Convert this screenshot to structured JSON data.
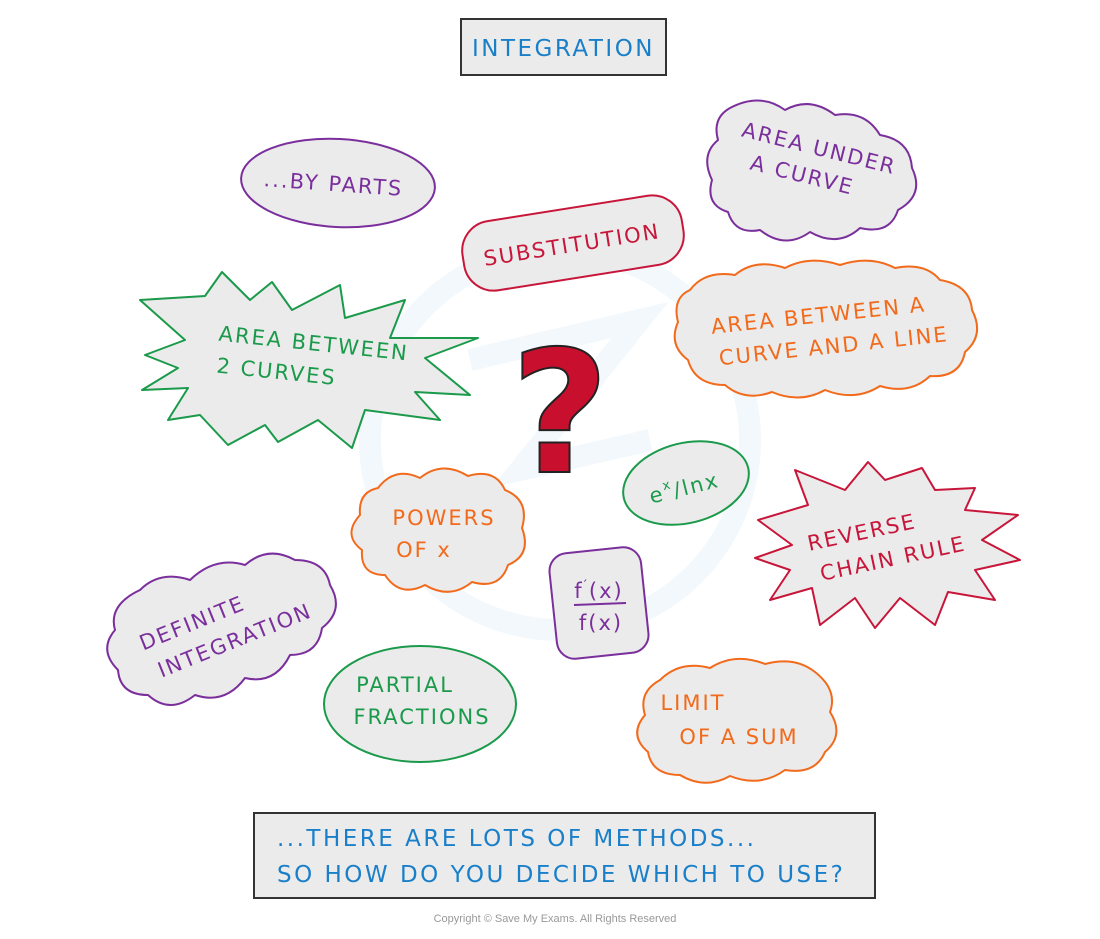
{
  "title": "INTEGRATION",
  "methods": {
    "by_parts": "...BY PARTS",
    "area_under_curve": [
      "AREA UNDER",
      "A CURVE"
    ],
    "substitution": "SUBSTITUTION",
    "area_between_curves": [
      "AREA BETWEEN",
      "2 CURVES"
    ],
    "area_curve_line": [
      "AREA BETWEEN A",
      "CURVE AND A LINE"
    ],
    "exp_ln": {
      "base": "e",
      "sup": "x",
      "rest": "/lnx"
    },
    "powers_of_x": [
      "POWERS",
      "OF x"
    ],
    "reverse_chain_rule": [
      "REVERSE",
      "CHAIN RULE"
    ],
    "f_prime_over_f": {
      "numerator": "f",
      "prime": "′",
      "num_arg": "(x)",
      "denominator": "f(x)"
    },
    "definite_integration": [
      "DEFINITE",
      "INTEGRATION"
    ],
    "partial_fractions": [
      "PARTIAL",
      "FRACTIONS"
    ],
    "limit_of_sum": [
      "LIMIT",
      "OF A SUM"
    ]
  },
  "question_mark": "?",
  "footer": {
    "line1": "...THERE ARE LOTS OF METHODS...",
    "line2": "SO HOW DO YOU DECIDE WHICH TO USE?"
  },
  "copyright": "Copyright © Save My Exams. All Rights Reserved",
  "colors": {
    "blue": "#1a7fc9",
    "purple": "#7a2f9c",
    "crimson": "#c8163a",
    "green": "#1a9a4a",
    "orange": "#f26a1b",
    "fill": "#ebebeb",
    "question": "#c8102e"
  }
}
